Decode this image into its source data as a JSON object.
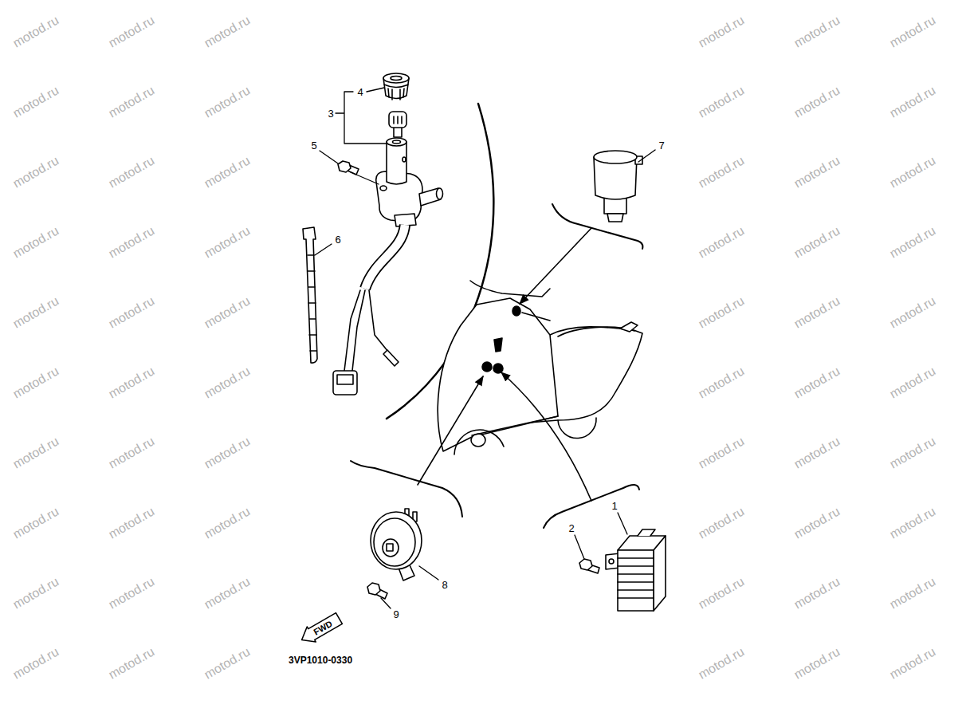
{
  "diagram": {
    "nodes": [
      {
        "text": [
          "FWD"
        ]
      }
    ],
    "labels": [
      "4",
      "3",
      "5",
      "6",
      "7",
      "8",
      "9",
      "2",
      "1",
      "3VP1010-0330",
      "motod.ru",
      "motod.ru",
      "motod.ru",
      "motod.ru",
      "motod.ru",
      "motod.ru",
      "motod.ru",
      "motod.ru",
      "motod.ru",
      "motod.ru",
      "motod.ru",
      "motod.ru",
      "motod.ru",
      "motod.ru",
      "motod.ru",
      "motod.ru",
      "motod.ru",
      "motod.ru",
      "motod.ru",
      "motod.ru",
      "motod.ru",
      "motod.ru",
      "motod.ru",
      "motod.ru",
      "motod.ru",
      "motod.ru",
      "motod.ru",
      "motod.ru",
      "motod.ru",
      "motod.ru",
      "motod.ru",
      "motod.ru",
      "motod.ru",
      "motod.ru",
      "motod.ru",
      "motod.ru",
      "motod.ru",
      "motod.ru",
      "motod.ru",
      "motod.ru",
      "motod.ru",
      "motod.ru",
      "motod.ru",
      "motod.ru",
      "motod.ru",
      "motod.ru",
      "motod.ru",
      "motod.ru",
      "motod.ru",
      "motod.ru",
      "motod.ru",
      "motod.ru",
      "motod.ru",
      "motod.ru",
      "motod.ru",
      "motod.ru",
      "motod.ru",
      "motod.ru",
      "motod.ru",
      "motod.ru"
    ]
  }
}
